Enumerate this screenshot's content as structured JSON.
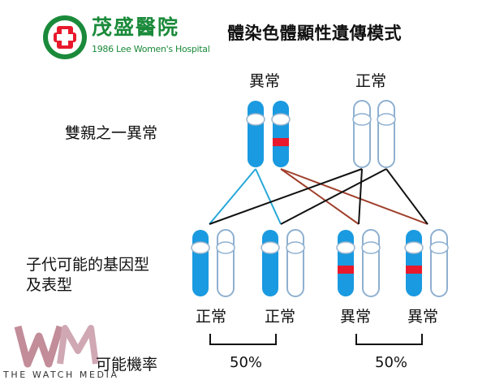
{
  "logo": {
    "name": "茂盛醫院",
    "subtitle": "1986 Lee Women's Hospital"
  },
  "title": "體染色體顯性遺傳模式",
  "parents_label": "雙親之一異常",
  "offspring_label": "子代可能的基因型\n及表型",
  "probability_label": "可能機率",
  "parent_headers": {
    "abnormal": "異常",
    "normal": "正常"
  },
  "offspring_phenotypes": [
    "正常",
    "正常",
    "異常",
    "異常"
  ],
  "probabilities": {
    "normal_pair": "50%",
    "abnormal_pair": "50%"
  },
  "watermark": {
    "monogram": "WM",
    "text": "THE WATCH MEDIA"
  },
  "colors": {
    "abnormal_chromosome": "#1a9ae0",
    "normal_chromosome": "#8fb0d0",
    "mutation_band": "#e8192c",
    "line_from_abnormal_normal_allele": "#28a8d8",
    "line_from_mutant_allele": "#a0402c",
    "line_from_normal_parent": "#111111",
    "logo_green": "#1a8a3a",
    "watermark": "#b87888"
  }
}
